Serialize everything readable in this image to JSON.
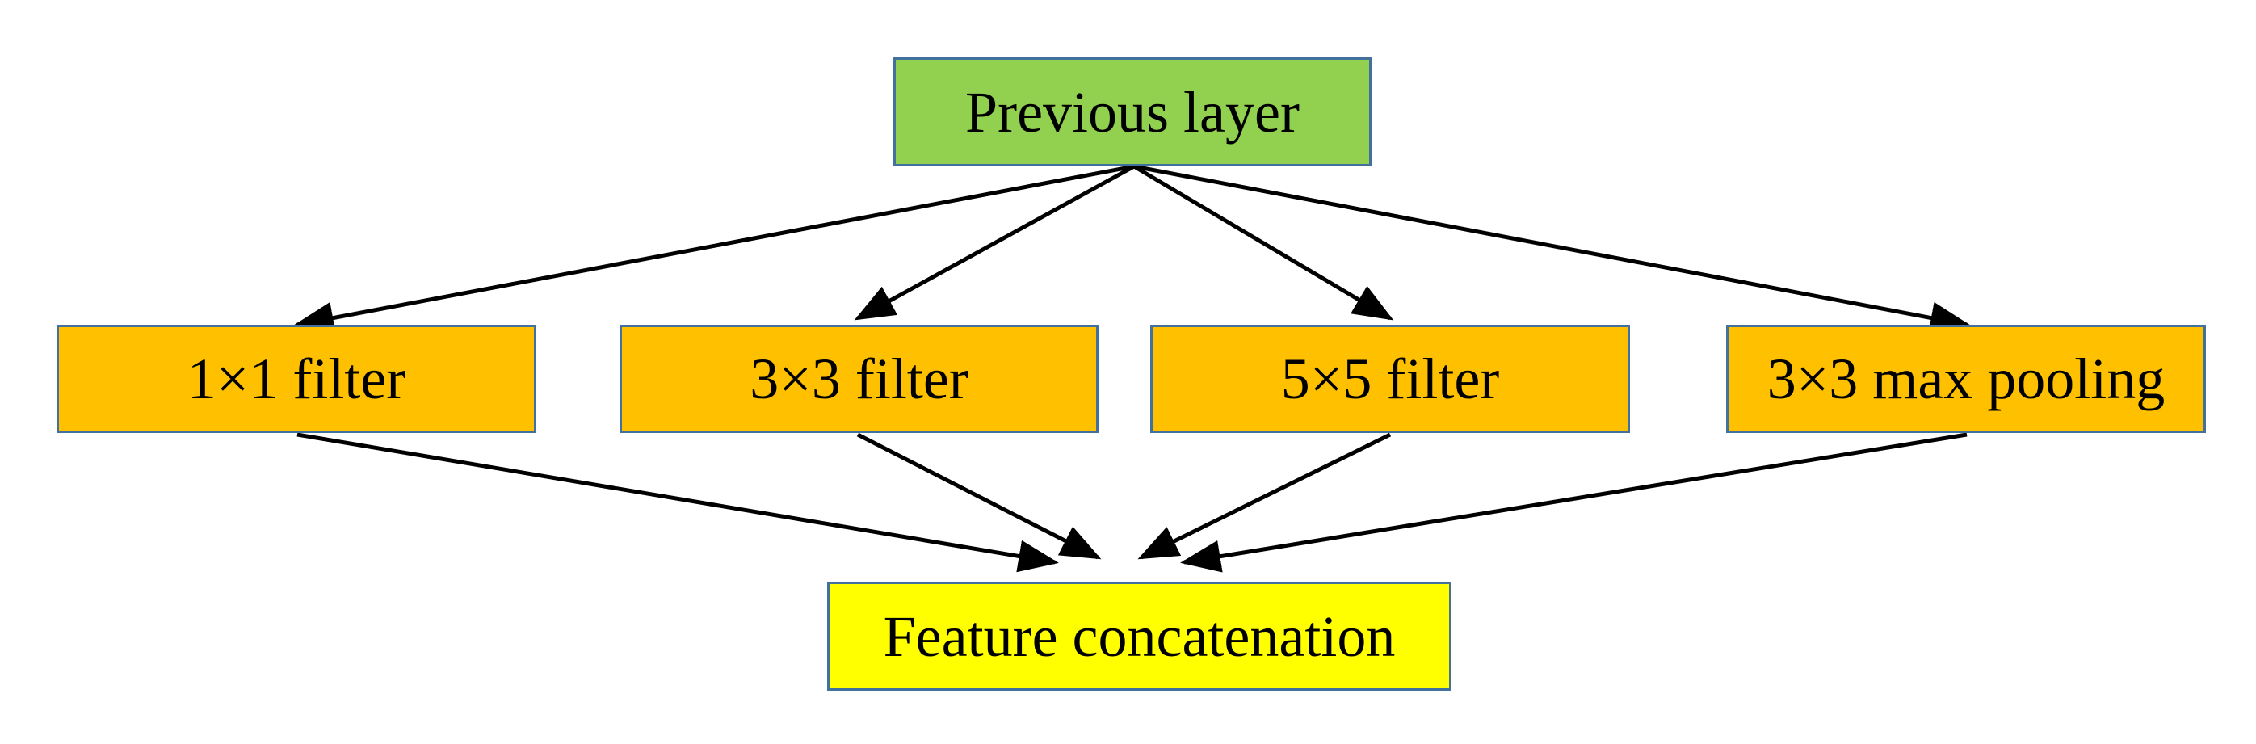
{
  "diagram": {
    "nodes": {
      "previous_layer": {
        "label": "Previous layer",
        "color": "#92d050"
      },
      "filter_1x1": {
        "label": "1×1 filter",
        "color": "#ffc000"
      },
      "filter_3x3": {
        "label": "3×3 filter",
        "color": "#ffc000"
      },
      "filter_5x5": {
        "label": "5×5 filter",
        "color": "#ffc000"
      },
      "max_pooling_3x3": {
        "label": "3×3 max pooling",
        "color": "#ffc000"
      },
      "feature_concatenation": {
        "label": "Feature concatenation",
        "color": "#ffff00"
      }
    },
    "border_color": "#41719c",
    "edges": [
      {
        "from": "previous_layer",
        "to": "filter_1x1"
      },
      {
        "from": "previous_layer",
        "to": "filter_3x3"
      },
      {
        "from": "previous_layer",
        "to": "filter_5x5"
      },
      {
        "from": "previous_layer",
        "to": "max_pooling_3x3"
      },
      {
        "from": "filter_1x1",
        "to": "feature_concatenation"
      },
      {
        "from": "filter_3x3",
        "to": "feature_concatenation"
      },
      {
        "from": "filter_5x5",
        "to": "feature_concatenation"
      },
      {
        "from": "max_pooling_3x3",
        "to": "feature_concatenation"
      }
    ]
  }
}
